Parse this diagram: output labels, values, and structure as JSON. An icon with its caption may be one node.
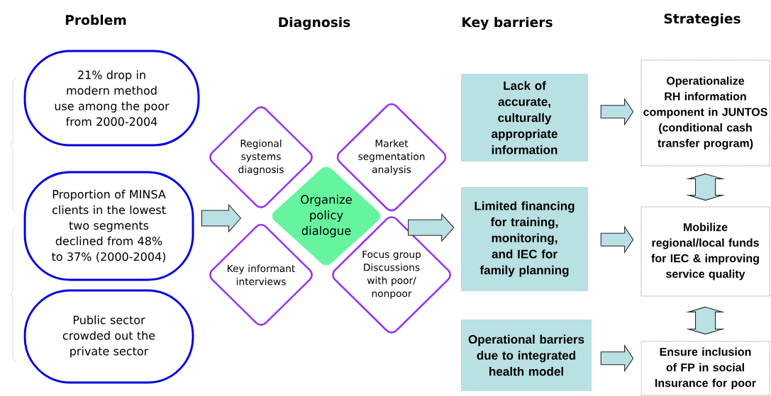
{
  "diagram": {
    "nodes": [
      {
        "text": [
          "21% drop in modern method use among the poor from 2000-2004"
        ]
      },
      {
        "text": [
          "Proportion of MINSA clients in the lowest two segments declined from 48% to 37% (2000-2004)"
        ]
      },
      {
        "text": [
          "Public sector crowded out the private sector"
        ]
      },
      {
        "text": [
          "Regional systems diagnosis"
        ]
      },
      {
        "text": [
          "Market segmentation analysis"
        ]
      },
      {
        "text": [
          "Organize policy dialogue"
        ]
      },
      {
        "text": [
          "Key informant interviews"
        ]
      },
      {
        "text": [
          "Focus group Discussions with poor/ nonpoor"
        ]
      },
      {
        "text": [
          "Lack of accurate, culturally appropriate information"
        ]
      },
      {
        "text": [
          "Limited financing for training, monitoring, and IEC for family planning"
        ]
      },
      {
        "text": [
          "Operational barriers due to integrated health model"
        ]
      },
      {
        "text": [
          "Operationalize RH information component in JUNTOS (conditional cash transfer program)"
        ]
      },
      {
        "text": [
          "Mobilize regional/local funds for IEC & improving service quality"
        ]
      },
      {
        "text": [
          "Ensure inclusion of FP in social Insurance for poor"
        ]
      }
    ],
    "edges": [
      {
        "from": 1,
        "to": 5,
        "arrow": "to"
      },
      {
        "from": 5,
        "to": 9,
        "arrow": "to"
      },
      {
        "from": 8,
        "to": 11,
        "arrow": "to"
      },
      {
        "from": 9,
        "to": 12,
        "arrow": "to"
      },
      {
        "from": 10,
        "to": 13,
        "arrow": "to"
      },
      {
        "from": 11,
        "to": 12,
        "arrow": "both"
      },
      {
        "from": 12,
        "to": 13,
        "arrow": "both"
      }
    ],
    "labels": [
      "Problem",
      "Diagnosis",
      "Key barriers",
      "Strategies"
    ]
  }
}
